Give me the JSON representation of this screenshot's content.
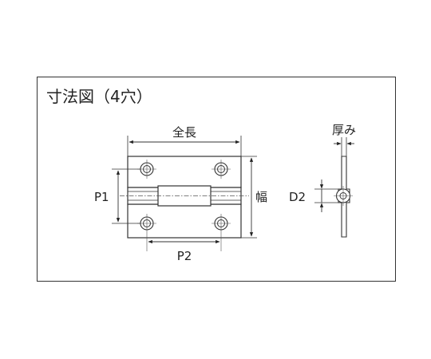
{
  "title": "寸法図（4穴）",
  "labels": {
    "overall_length": "全長",
    "width": "幅",
    "p1": "P1",
    "p2": "P2",
    "d2": "D2",
    "thickness": "厚み"
  }
}
